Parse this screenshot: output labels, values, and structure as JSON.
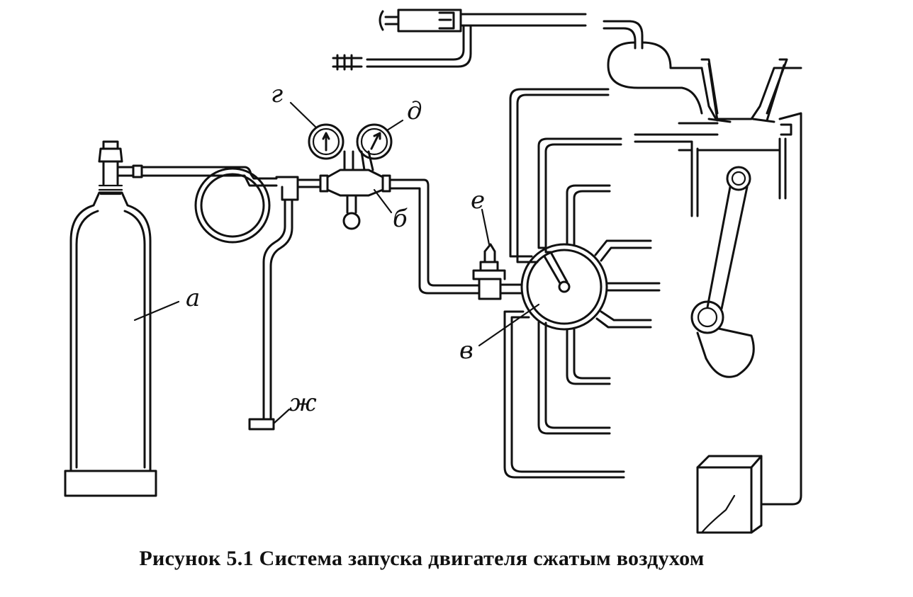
{
  "caption": "Рисунок 5.1 Система запуска двигателя сжатым воздухом",
  "labels": {
    "a": "а",
    "b": "б",
    "v": "в",
    "g": "г",
    "d": "д",
    "e": "е",
    "zh": "ж"
  }
}
